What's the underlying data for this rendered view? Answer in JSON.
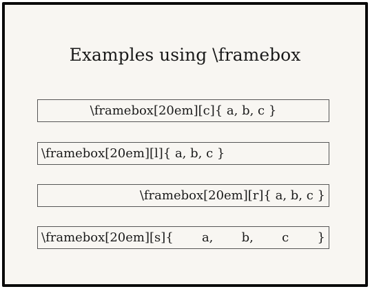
{
  "title": "Examples using \\framebox",
  "boxes": [
    {
      "align": "c",
      "text": "\\framebox[20em][c]{ a, b, c }"
    },
    {
      "align": "l",
      "text": "\\framebox[20em][l]{ a, b, c }"
    },
    {
      "align": "r",
      "text": "\\framebox[20em][r]{ a, b, c }"
    },
    {
      "align": "s",
      "parts": [
        "\\framebox[20em][s]{",
        "a,",
        "b,",
        "c",
        "}"
      ]
    }
  ]
}
